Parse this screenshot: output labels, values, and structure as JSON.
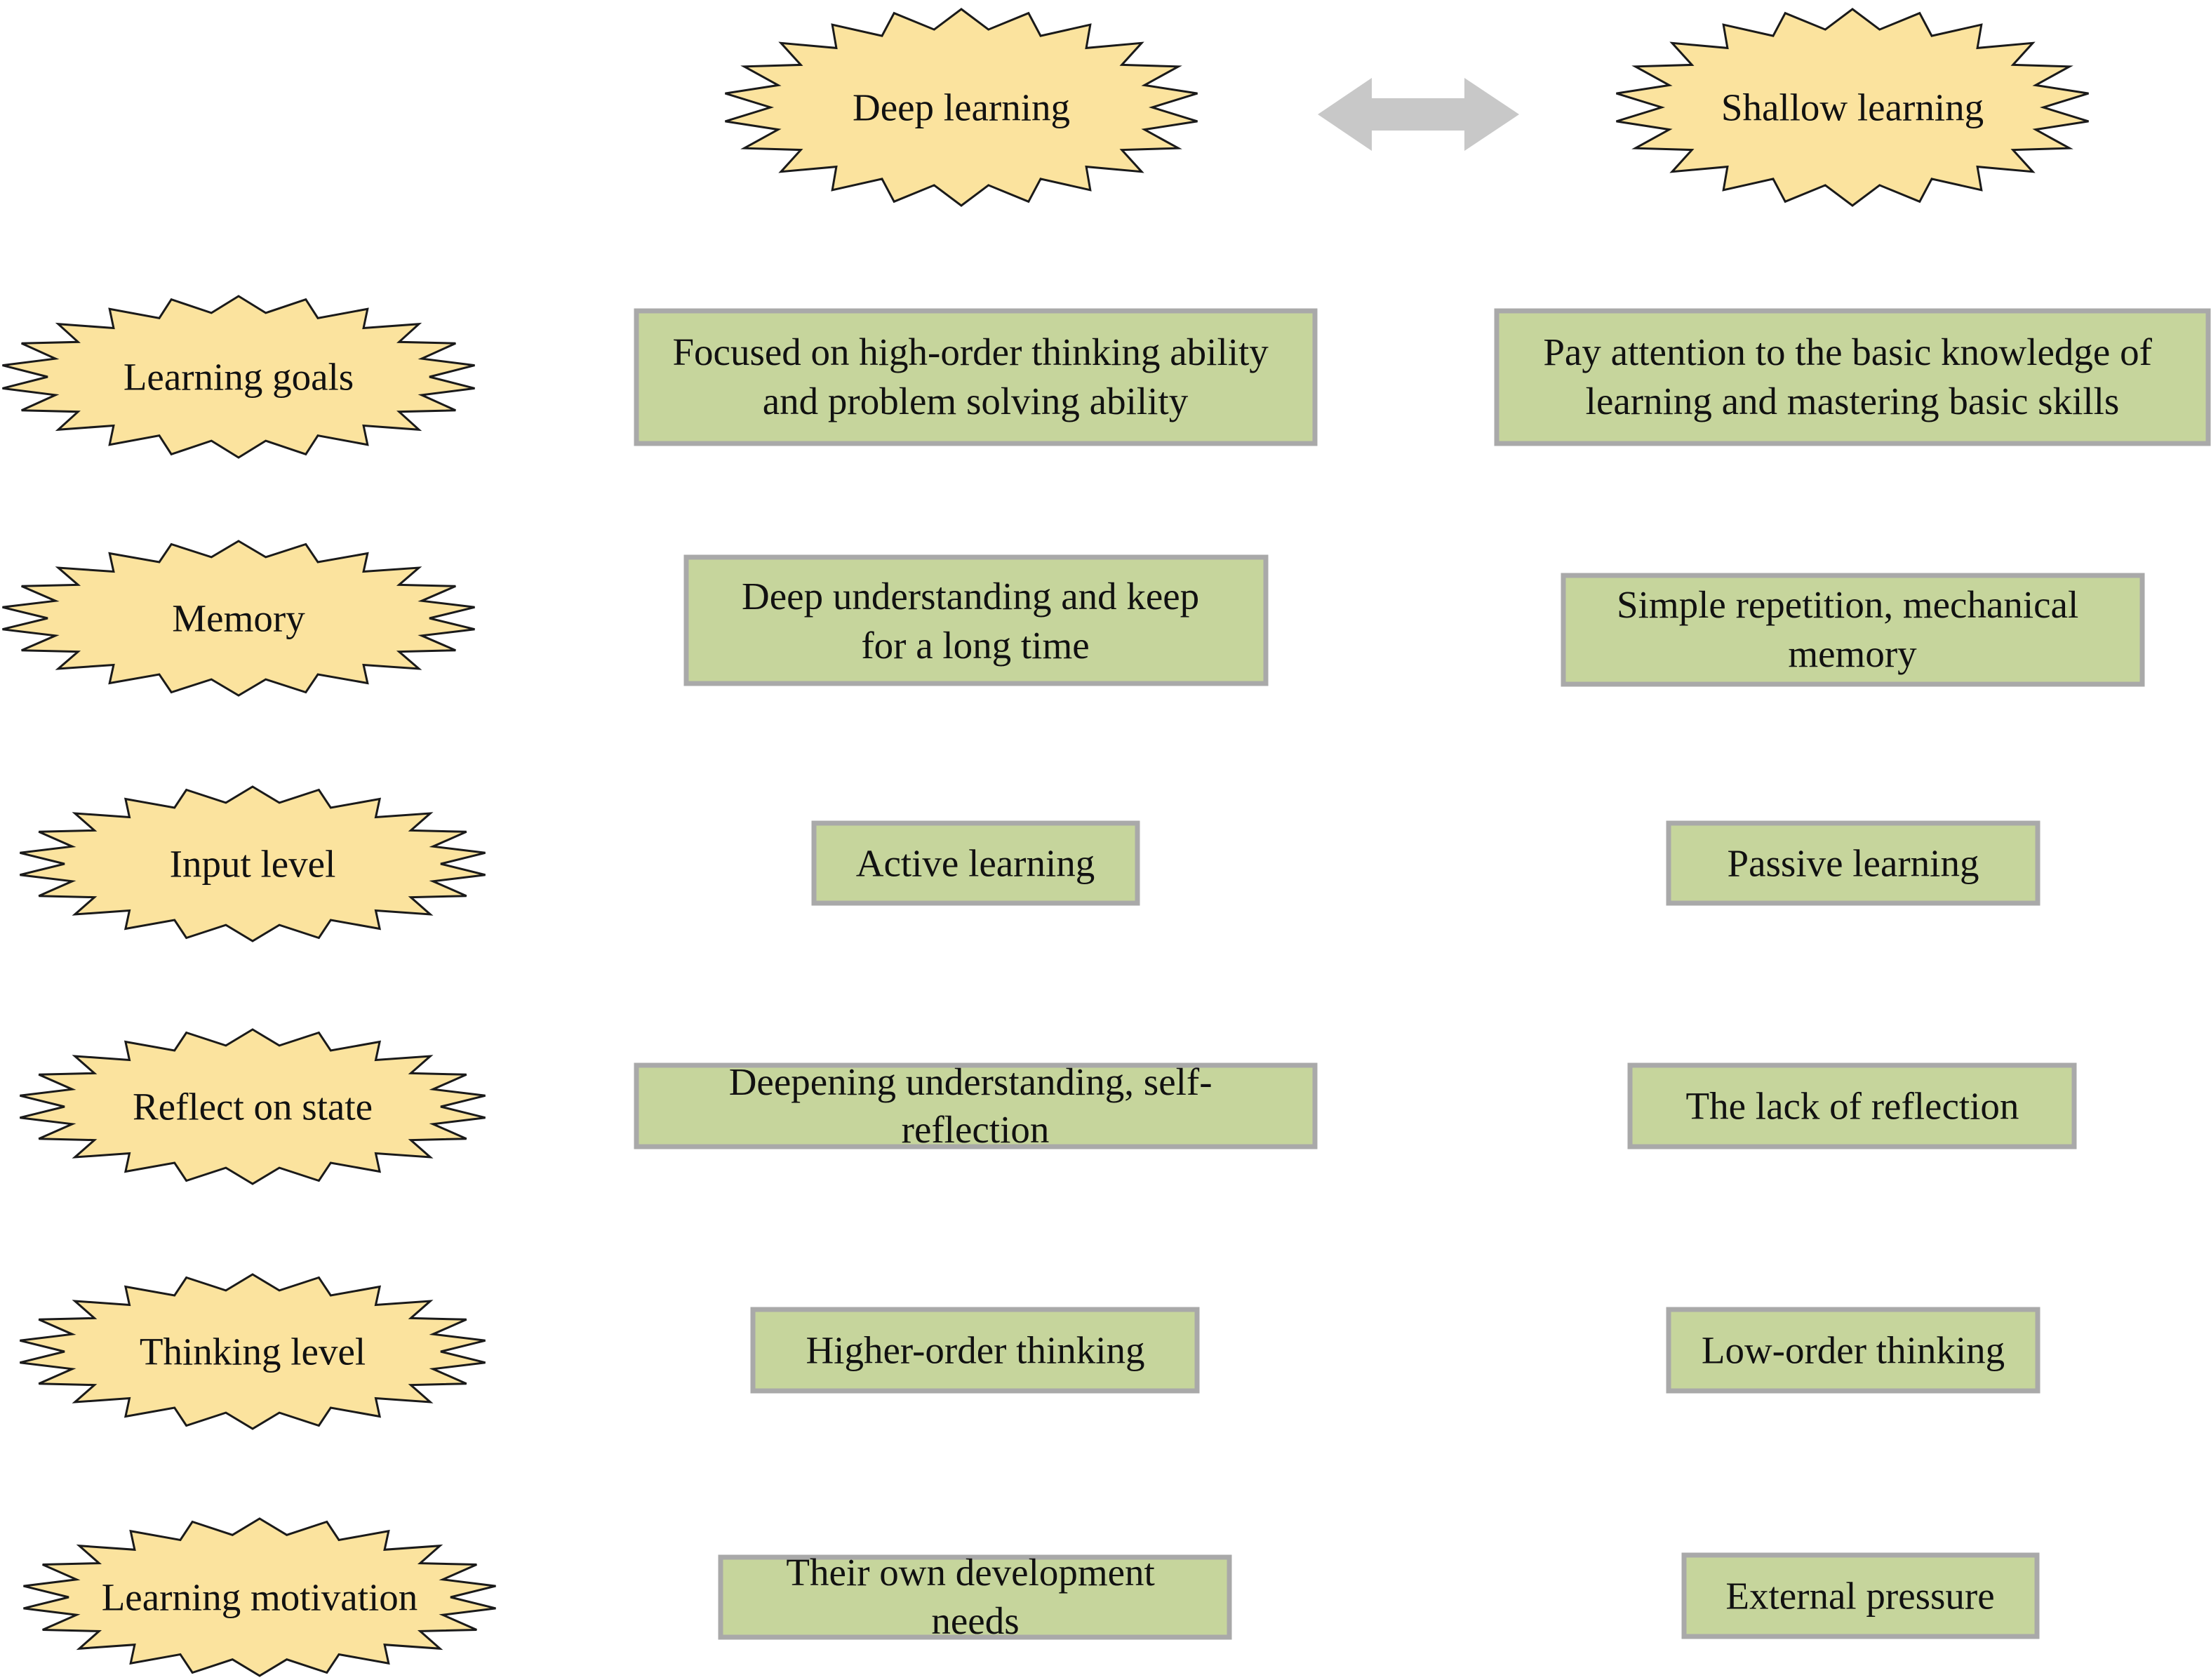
{
  "colors": {
    "burst_fill": "#fbe39e",
    "burst_stroke": "#1a1a1a",
    "box_fill": "#c6d59c",
    "box_stroke": "#a9a9a9",
    "arrow_fill": "#c8c8c8"
  },
  "headers": {
    "deep": "Deep learning",
    "shallow": "Shallow learning"
  },
  "rows": [
    {
      "category": "Learning goals",
      "deep": [
        "Focused on high-order thinking ability",
        "and problem solving ability"
      ],
      "shallow": [
        "Pay attention to the basic knowledge of",
        "learning and mastering basic skills"
      ]
    },
    {
      "category": "Memory",
      "deep": [
        "Deep understanding and keep",
        "for a long time"
      ],
      "shallow": [
        "Simple repetition, mechanical",
        "memory"
      ]
    },
    {
      "category": "Input level",
      "deep": [
        "Active learning"
      ],
      "shallow": [
        "Passive learning"
      ]
    },
    {
      "category": "Reflect on state",
      "deep": [
        "Deepening understanding, self-",
        "reflection"
      ],
      "shallow": [
        "The lack of reflection"
      ]
    },
    {
      "category": "Thinking level",
      "deep": [
        "Higher-order thinking"
      ],
      "shallow": [
        "Low-order thinking"
      ]
    },
    {
      "category": "Learning motivation",
      "deep": [
        "Their own development",
        "needs"
      ],
      "shallow": [
        "External pressure"
      ]
    }
  ]
}
